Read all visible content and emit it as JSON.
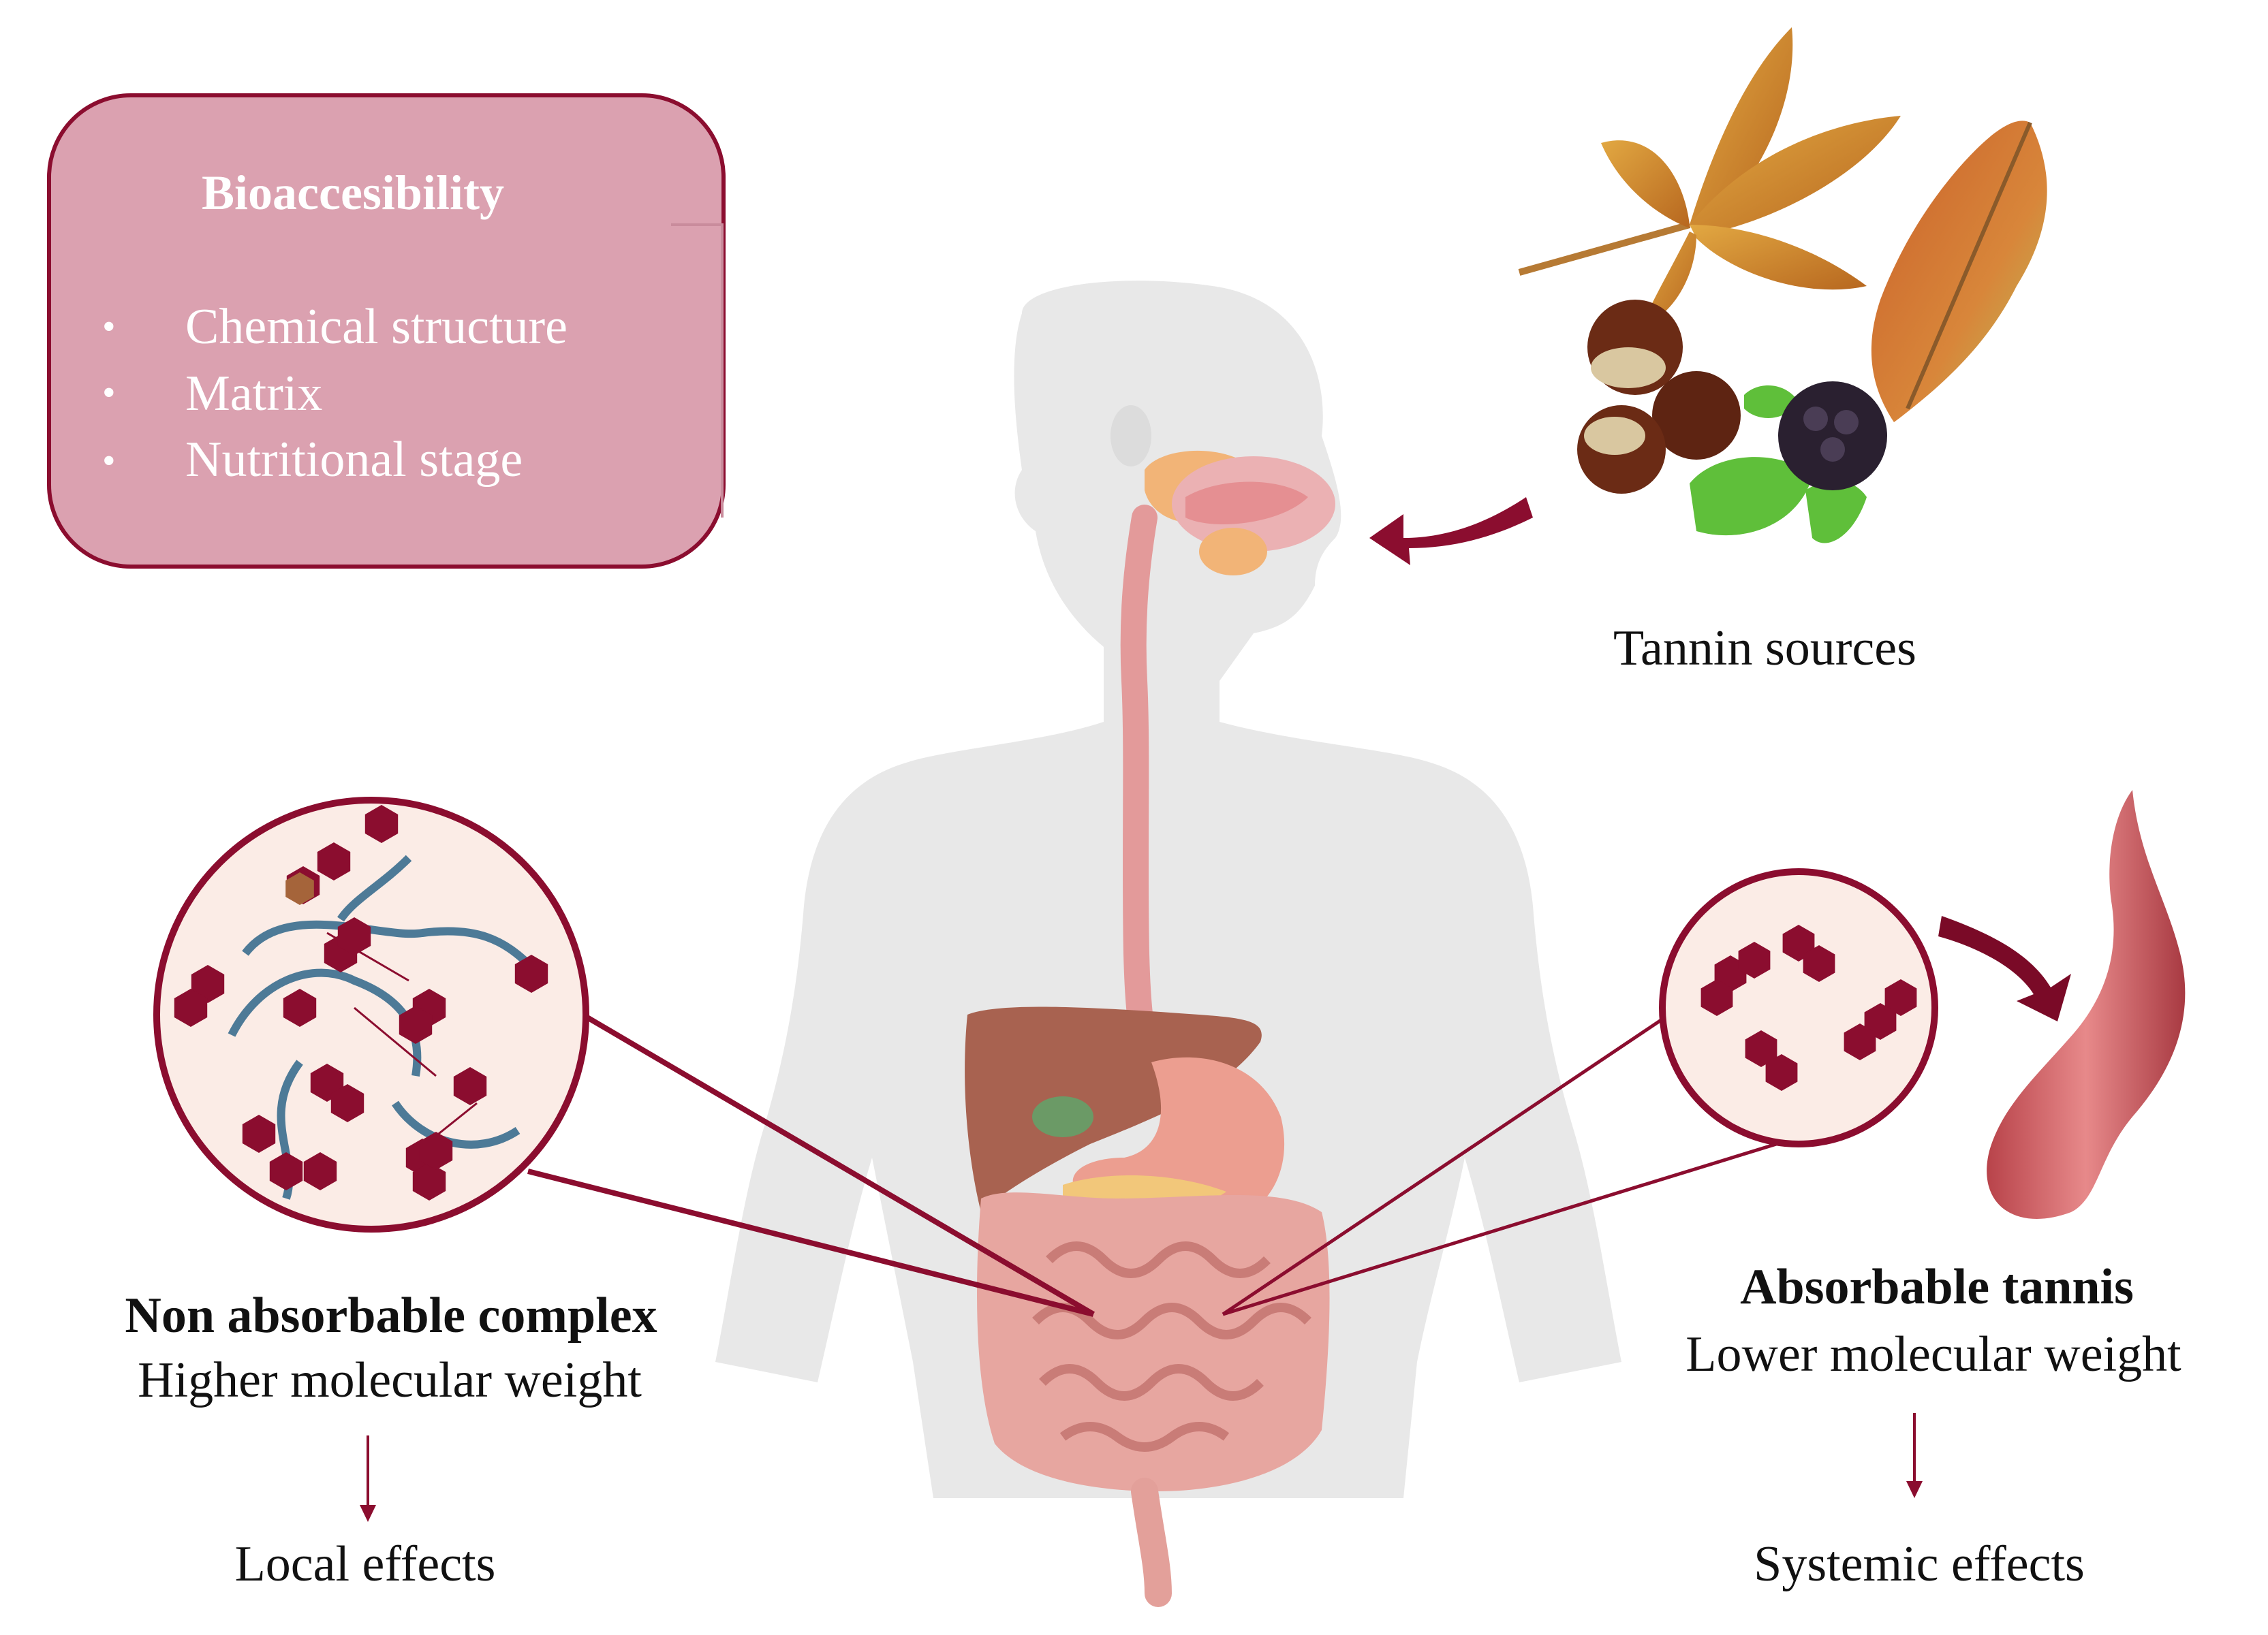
{
  "bioaccessibility_box": {
    "title": "Bioaccesibility",
    "items": [
      "Chemical structure",
      "Matrix",
      "Nutritional stage"
    ]
  },
  "tannin_sources": {
    "label": "Tannin sources"
  },
  "non_absorbable": {
    "title": "Non absorbable complex",
    "subtitle": "Higher molecular weight",
    "effect": "Local effects"
  },
  "absorbable": {
    "title": "Absorbable tannis",
    "subtitle": "Lower molecular weight",
    "effect": "Systemic effects"
  },
  "colors": {
    "accent": "#8b0d2f",
    "box_fill": "#dba1b0",
    "box_border": "#8b0d2f",
    "circle_fill": "#fbece6",
    "body_gray": "#e6e6e6",
    "intestine": "#e7a6a0"
  }
}
